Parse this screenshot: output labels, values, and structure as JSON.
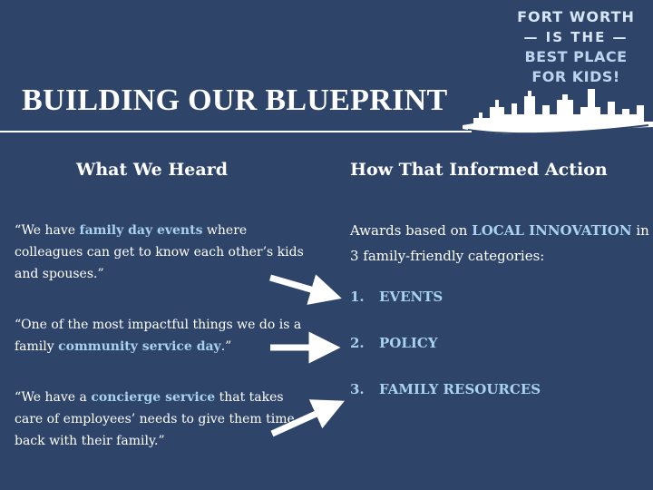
{
  "logo": {
    "line1": "FORT WORTH",
    "line2": "— IS THE —",
    "line3": "BEST PLACE",
    "line4": "FOR KIDS!"
  },
  "title": "BUILDING OUR BLUEPRINT",
  "left_column": {
    "heading": "What We Heard",
    "quotes": [
      {
        "before": "“We have ",
        "highlight": "family day events",
        "after": " where colleagues can get to know each other’s kids and spouses.”"
      },
      {
        "before": "“One of the most impactful things we do is a family ",
        "highlight": "community service day",
        "after": ".”"
      },
      {
        "before": "“We have a ",
        "highlight": "concierge service",
        "after": " that takes care of employees’ needs to give them time back with their family.”"
      }
    ]
  },
  "right_column": {
    "heading": "How That Informed Action",
    "intro_before": "Awards based on ",
    "intro_highlight": "LOCAL INNOVATION",
    "intro_after": " in 3 family-friendly categories:",
    "categories": [
      {
        "number": "1.",
        "label": "EVENTS"
      },
      {
        "number": "2.",
        "label": "POLICY"
      },
      {
        "number": "3.",
        "label": "FAMILY RESOURCES"
      }
    ]
  },
  "colors": {
    "background": "#2e4468",
    "highlight": "#a8d2ef",
    "text": "#ffffff"
  }
}
